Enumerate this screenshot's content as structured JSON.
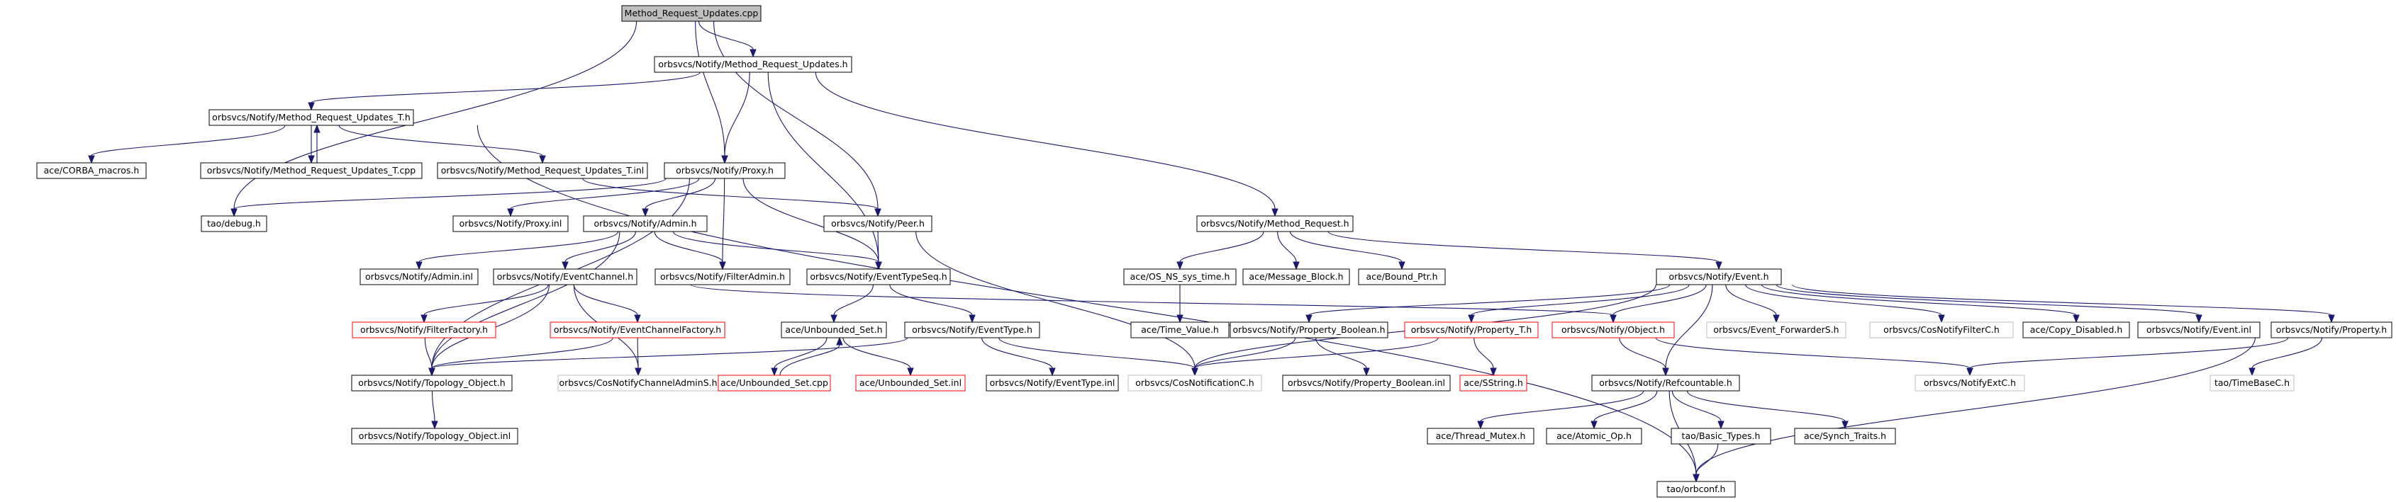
{
  "diagram": {
    "colors": {
      "edge": "#191970",
      "root_fill": "#bfbfbf",
      "missing_border": "#ff0000",
      "external_border": "#bfbfbf"
    },
    "nodes": [
      {
        "id": "n_root",
        "label": "Method_Request_Updates.cpp",
        "kind": "root"
      },
      {
        "id": "n_mru_h",
        "label": "orbsvcs/Notify/Method_Request_Updates.h",
        "kind": "normal"
      },
      {
        "id": "n_mru_t_h",
        "label": "orbsvcs/Notify/Method_Request_Updates_T.h",
        "kind": "normal"
      },
      {
        "id": "n_corba",
        "label": "ace/CORBA_macros.h",
        "kind": "normal"
      },
      {
        "id": "n_mru_t_cpp",
        "label": "orbsvcs/Notify/Method_Request_Updates_T.cpp",
        "kind": "normal"
      },
      {
        "id": "n_mru_t_inl",
        "label": "orbsvcs/Notify/Method_Request_Updates_T.inl",
        "kind": "normal"
      },
      {
        "id": "n_proxy_h",
        "label": "orbsvcs/Notify/Proxy.h",
        "kind": "normal"
      },
      {
        "id": "n_tao_debug",
        "label": "tao/debug.h",
        "kind": "normal"
      },
      {
        "id": "n_proxy_inl",
        "label": "orbsvcs/Notify/Proxy.inl",
        "kind": "normal"
      },
      {
        "id": "n_admin_h",
        "label": "orbsvcs/Notify/Admin.h",
        "kind": "normal"
      },
      {
        "id": "n_peer_h",
        "label": "orbsvcs/Notify/Peer.h",
        "kind": "normal"
      },
      {
        "id": "n_method_req",
        "label": "orbsvcs/Notify/Method_Request.h",
        "kind": "normal"
      },
      {
        "id": "n_admin_inl",
        "label": "orbsvcs/Notify/Admin.inl",
        "kind": "normal"
      },
      {
        "id": "n_eventchannel",
        "label": "orbsvcs/Notify/EventChannel.h",
        "kind": "normal"
      },
      {
        "id": "n_filteradmin",
        "label": "orbsvcs/Notify/FilterAdmin.h",
        "kind": "normal"
      },
      {
        "id": "n_evtypeseq",
        "label": "orbsvcs/Notify/EventTypeSeq.h",
        "kind": "normal"
      },
      {
        "id": "n_os_ns",
        "label": "ace/OS_NS_sys_time.h",
        "kind": "normal"
      },
      {
        "id": "n_msgblock",
        "label": "ace/Message_Block.h",
        "kind": "normal"
      },
      {
        "id": "n_boundptr",
        "label": "ace/Bound_Ptr.h",
        "kind": "normal"
      },
      {
        "id": "n_event_h",
        "label": "orbsvcs/Notify/Event.h",
        "kind": "normal"
      },
      {
        "id": "n_filterfactory",
        "label": "orbsvcs/Notify/FilterFactory.h",
        "kind": "missing"
      },
      {
        "id": "n_ecfactory",
        "label": "orbsvcs/Notify/EventChannelFactory.h",
        "kind": "missing"
      },
      {
        "id": "n_unbset_h",
        "label": "ace/Unbounded_Set.h",
        "kind": "normal"
      },
      {
        "id": "n_eventtype_h",
        "label": "orbsvcs/Notify/EventType.h",
        "kind": "normal"
      },
      {
        "id": "n_timevalue",
        "label": "ace/Time_Value.h",
        "kind": "normal"
      },
      {
        "id": "n_prop_bool_h",
        "label": "orbsvcs/Notify/Property_Boolean.h",
        "kind": "normal"
      },
      {
        "id": "n_prop_t_h",
        "label": "orbsvcs/Notify/Property_T.h",
        "kind": "missing"
      },
      {
        "id": "n_object_h",
        "label": "orbsvcs/Notify/Object.h",
        "kind": "missing"
      },
      {
        "id": "n_evfwd",
        "label": "orbsvcs/Event_ForwarderS.h",
        "kind": "external"
      },
      {
        "id": "n_cosfilter",
        "label": "orbsvcs/CosNotifyFilterC.h",
        "kind": "external"
      },
      {
        "id": "n_copydis",
        "label": "ace/Copy_Disabled.h",
        "kind": "normal"
      },
      {
        "id": "n_event_inl",
        "label": "orbsvcs/Notify/Event.inl",
        "kind": "normal"
      },
      {
        "id": "n_property_h",
        "label": "orbsvcs/Notify/Property.h",
        "kind": "normal"
      },
      {
        "id": "n_topo_h",
        "label": "orbsvcs/Notify/Topology_Object.h",
        "kind": "normal"
      },
      {
        "id": "n_coschadmin",
        "label": "orbsvcs/CosNotifyChannelAdminS.h",
        "kind": "external"
      },
      {
        "id": "n_unbset_cpp",
        "label": "ace/Unbounded_Set.cpp",
        "kind": "missing"
      },
      {
        "id": "n_unbset_inl",
        "label": "ace/Unbounded_Set.inl",
        "kind": "missing"
      },
      {
        "id": "n_eventtype_inl",
        "label": "orbsvcs/Notify/EventType.inl",
        "kind": "normal"
      },
      {
        "id": "n_cosnotc",
        "label": "orbsvcs/CosNotificationC.h",
        "kind": "external"
      },
      {
        "id": "n_prop_bool_inl",
        "label": "orbsvcs/Notify/Property_Boolean.inl",
        "kind": "normal"
      },
      {
        "id": "n_sstring",
        "label": "ace/SString.h",
        "kind": "missing"
      },
      {
        "id": "n_refcount",
        "label": "orbsvcs/Notify/Refcountable.h",
        "kind": "normal"
      },
      {
        "id": "n_notifyext",
        "label": "orbsvcs/NotifyExtC.h",
        "kind": "external"
      },
      {
        "id": "n_timebase",
        "label": "tao/TimeBaseC.h",
        "kind": "external"
      },
      {
        "id": "n_topo_inl",
        "label": "orbsvcs/Notify/Topology_Object.inl",
        "kind": "normal"
      },
      {
        "id": "n_thrmutex",
        "label": "ace/Thread_Mutex.h",
        "kind": "normal"
      },
      {
        "id": "n_atomic",
        "label": "ace/Atomic_Op.h",
        "kind": "normal"
      },
      {
        "id": "n_basictypes",
        "label": "tao/Basic_Types.h",
        "kind": "normal"
      },
      {
        "id": "n_synch",
        "label": "ace/Synch_Traits.h",
        "kind": "normal"
      },
      {
        "id": "n_orbconf",
        "label": "tao/orbconf.h",
        "kind": "normal"
      }
    ],
    "edges": [
      [
        "n_root",
        "n_mru_h"
      ],
      [
        "n_root",
        "n_proxy_h"
      ],
      [
        "n_root",
        "n_peer_h"
      ],
      [
        "n_root",
        "n_tao_debug"
      ],
      [
        "n_mru_h",
        "n_mru_t_h"
      ],
      [
        "n_mru_h",
        "n_proxy_h"
      ],
      [
        "n_mru_h",
        "n_evtypeseq"
      ],
      [
        "n_mru_h",
        "n_method_req"
      ],
      [
        "n_mru_t_h",
        "n_corba"
      ],
      [
        "n_mru_t_h",
        "n_mru_t_cpp"
      ],
      [
        "n_mru_t_h",
        "n_mru_t_inl"
      ],
      [
        "n_mru_t_h",
        "n_orbconf"
      ],
      [
        "n_mru_t_cpp",
        "n_mru_t_h"
      ],
      [
        "n_mru_t_inl",
        "n_peer_h"
      ],
      [
        "n_proxy_h",
        "n_tao_debug"
      ],
      [
        "n_proxy_h",
        "n_proxy_inl"
      ],
      [
        "n_proxy_h",
        "n_admin_h"
      ],
      [
        "n_proxy_h",
        "n_filteradmin"
      ],
      [
        "n_proxy_h",
        "n_evtypeseq"
      ],
      [
        "n_proxy_h",
        "n_topo_h"
      ],
      [
        "n_admin_h",
        "n_admin_inl"
      ],
      [
        "n_admin_h",
        "n_eventchannel"
      ],
      [
        "n_admin_h",
        "n_filteradmin"
      ],
      [
        "n_admin_h",
        "n_evtypeseq"
      ],
      [
        "n_admin_h",
        "n_topo_h"
      ],
      [
        "n_peer_h",
        "n_evtypeseq"
      ],
      [
        "n_peer_h",
        "n_cosnotc"
      ],
      [
        "n_eventchannel",
        "n_filterfactory"
      ],
      [
        "n_eventchannel",
        "n_ecfactory"
      ],
      [
        "n_eventchannel",
        "n_topo_h"
      ],
      [
        "n_eventchannel",
        "n_coschadmin"
      ],
      [
        "n_eventchannel",
        "n_object_h"
      ],
      [
        "n_filterfactory",
        "n_topo_h"
      ],
      [
        "n_ecfactory",
        "n_topo_h"
      ],
      [
        "n_ecfactory",
        "n_coschadmin"
      ],
      [
        "n_evtypeseq",
        "n_unbset_h"
      ],
      [
        "n_evtypeseq",
        "n_eventtype_h"
      ],
      [
        "n_unbset_h",
        "n_unbset_cpp"
      ],
      [
        "n_unbset_h",
        "n_unbset_inl"
      ],
      [
        "n_unbset_cpp",
        "n_unbset_h"
      ],
      [
        "n_eventtype_h",
        "n_eventtype_inl"
      ],
      [
        "n_eventtype_h",
        "n_cosnotc"
      ],
      [
        "n_eventtype_h",
        "n_topo_h"
      ],
      [
        "n_topo_h",
        "n_topo_inl"
      ],
      [
        "n_method_req",
        "n_os_ns"
      ],
      [
        "n_method_req",
        "n_msgblock"
      ],
      [
        "n_method_req",
        "n_boundptr"
      ],
      [
        "n_method_req",
        "n_event_h"
      ],
      [
        "n_os_ns",
        "n_timevalue"
      ],
      [
        "n_event_h",
        "n_prop_bool_h"
      ],
      [
        "n_event_h",
        "n_prop_t_h"
      ],
      [
        "n_event_h",
        "n_object_h"
      ],
      [
        "n_event_h",
        "n_evfwd"
      ],
      [
        "n_event_h",
        "n_cosfilter"
      ],
      [
        "n_event_h",
        "n_copydis"
      ],
      [
        "n_event_h",
        "n_event_inl"
      ],
      [
        "n_event_h",
        "n_property_h"
      ],
      [
        "n_event_h",
        "n_refcount"
      ],
      [
        "n_event_h",
        "n_cosnotc"
      ],
      [
        "n_prop_bool_h",
        "n_cosnotc"
      ],
      [
        "n_prop_bool_h",
        "n_prop_bool_inl"
      ],
      [
        "n_prop_t_h",
        "n_sstring"
      ],
      [
        "n_prop_t_h",
        "n_cosnotc"
      ],
      [
        "n_object_h",
        "n_refcount"
      ],
      [
        "n_object_h",
        "n_notifyext"
      ],
      [
        "n_property_h",
        "n_notifyext"
      ],
      [
        "n_property_h",
        "n_timebase"
      ],
      [
        "n_property_h",
        "n_orbconf"
      ],
      [
        "n_refcount",
        "n_thrmutex"
      ],
      [
        "n_refcount",
        "n_atomic"
      ],
      [
        "n_refcount",
        "n_basictypes"
      ],
      [
        "n_refcount",
        "n_synch"
      ],
      [
        "n_refcount",
        "n_orbconf"
      ],
      [
        "n_basictypes",
        "n_orbconf"
      ]
    ]
  }
}
